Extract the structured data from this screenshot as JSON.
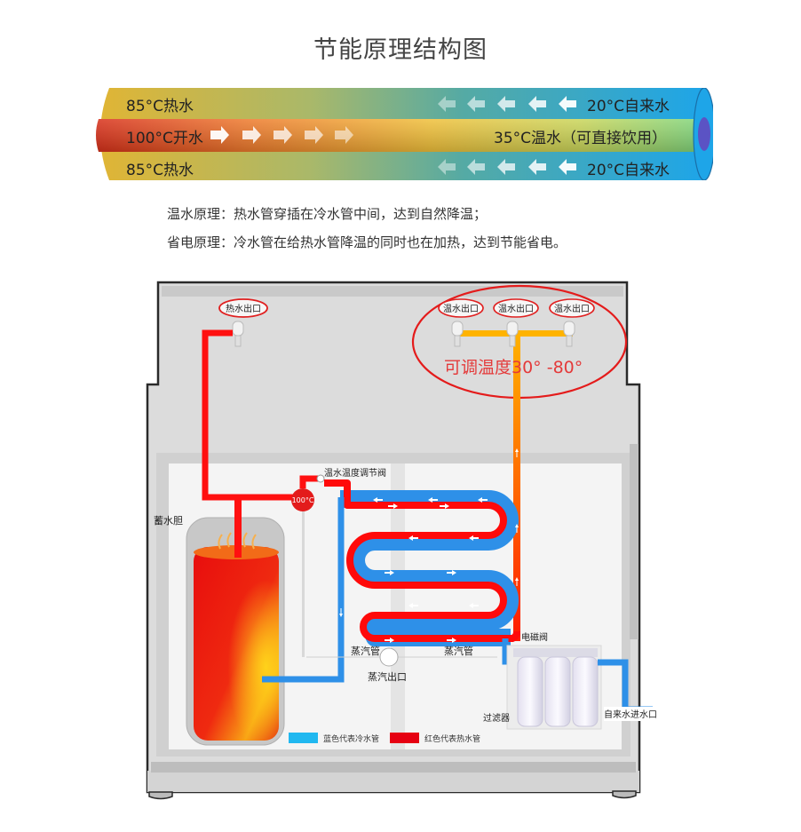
{
  "title": "节能原理结构图",
  "pipe_banner": {
    "top_left": "85°C热水",
    "middle_left": "100°C开水",
    "bottom_left": "85°C热水",
    "top_right": "20°C自来水",
    "middle_right": "35°C温水（可直接饮用）",
    "bottom_right": "20°C自来水",
    "colors": {
      "hot": "#e23a1f",
      "warm": "#f1c23c",
      "cool": "#21a3e6",
      "drinkable": "#8fd47f"
    }
  },
  "descriptions": [
    "温水原理：热水管穿插在冷水管中间，达到自然降温；",
    "省电原理：冷水管在给热水管降温的同时也在加热，达到节能省电。"
  ],
  "diagram": {
    "hot_outlet_label": "热水出口",
    "warm_outlet_labels": [
      "温水出口",
      "温水出口",
      "温水出口"
    ],
    "adjustable_temp": "可调温度30°  -80°",
    "valve_label": "温水温度调节阀",
    "boiler_temp": "100°C",
    "tank_label": "蓄水胆",
    "steam_pipe_labels": [
      "蒸汽管",
      "蒸汽管"
    ],
    "steam_outlet": "蒸汽出口",
    "solenoid_valve": "电磁阀",
    "filter_label": "过滤器",
    "inlet_label": "自来水进水口",
    "legend": [
      {
        "label": "蓝色代表冷水管",
        "color": "#21b8f0"
      },
      {
        "label": "红色代表热水管",
        "color": "#e60012"
      }
    ]
  }
}
